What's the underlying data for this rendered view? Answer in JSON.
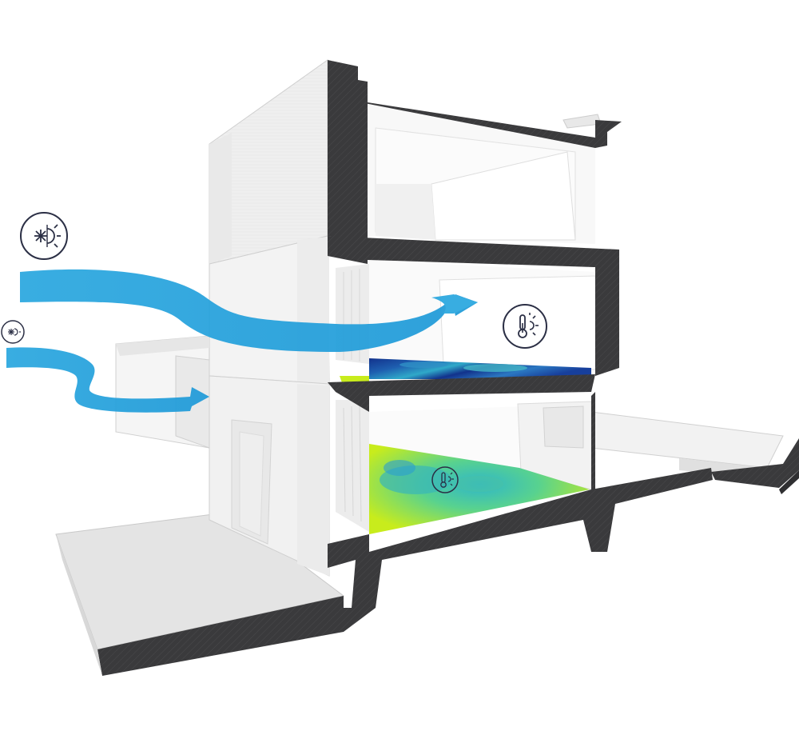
{
  "diagram": {
    "colors": {
      "background": "#ffffff",
      "section_cut": "#3a3a3c",
      "wall_light": "#f1f1f1",
      "wall_shade": "#e3e3e3",
      "glass": "#f7f9f9",
      "airflow": "#2aa7df",
      "heat_cool": "#12328c",
      "heat_mid": "#2fa9c9",
      "heat_warm": "#c8ec1c",
      "icon_stroke": "#2b2f45"
    },
    "icons": [
      "cool-air-sun-icon",
      "cool-air-sun-icon",
      "thermometer-sun-icon",
      "thermometer-sun-icon"
    ],
    "airflows": [
      "upper-airflow",
      "lower-airflow"
    ],
    "floor_maps": [
      "middle-floor-temperature-map",
      "ground-floor-temperature-map"
    ]
  }
}
